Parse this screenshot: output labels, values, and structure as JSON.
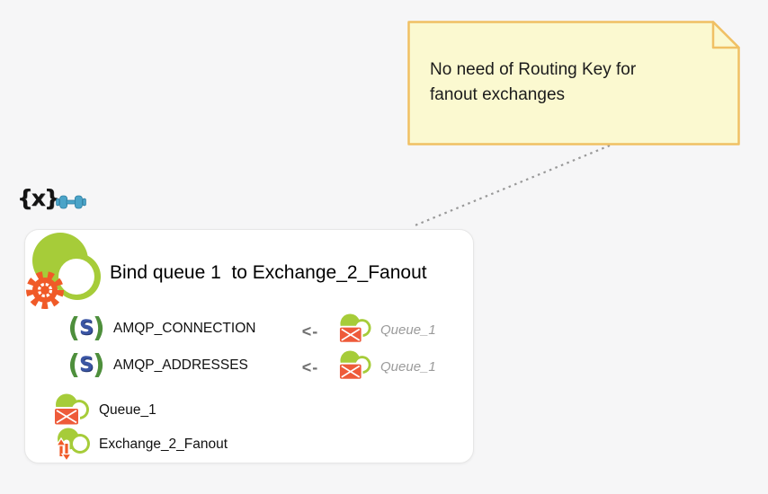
{
  "canvas": {
    "background": "#F6F6F7"
  },
  "note": {
    "text": "No need of Routing Key for fanout exchanges",
    "fill": "#FBF9D0",
    "border_color": "#F0C064"
  },
  "icons": {
    "expression": "{x}",
    "string_param_open": "(",
    "string_param_letter": "S",
    "string_param_close": ")"
  },
  "card": {
    "title": "Bind queue 1  to Exchange_2_Fanout",
    "bindings": [
      {
        "param": "AMQP_CONNECTION",
        "operator": "<-",
        "value": "Queue_1"
      },
      {
        "param": "AMQP_ADDRESSES",
        "operator": "<-",
        "value": "Queue_1"
      }
    ],
    "resources": [
      {
        "label": "Queue_1",
        "type": "queue"
      },
      {
        "label": "Exchange_2_Fanout",
        "type": "exchange"
      }
    ]
  },
  "colors": {
    "snap_green": "#A6CC39",
    "gear_orange": "#F05A28",
    "envelope_orange": "#EE5B3A",
    "paren_green": "#4E8F3C",
    "letter_blue": "#3A55A4",
    "dumbbell_blue": "#4BA4C8",
    "muted_text": "#9A9A9A",
    "connector_gray": "#999999",
    "note_text": "#1B1B1B"
  }
}
